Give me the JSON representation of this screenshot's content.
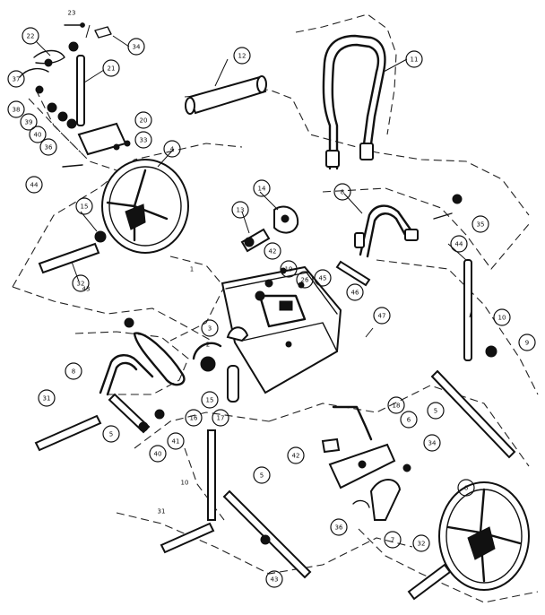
{
  "callouts": [
    {
      "id": "c23",
      "text": "23"
    },
    {
      "id": "c22",
      "text": "22"
    },
    {
      "id": "c34a",
      "text": "34"
    },
    {
      "id": "c37",
      "text": "37"
    },
    {
      "id": "c21",
      "text": "21"
    },
    {
      "id": "c38",
      "text": "38"
    },
    {
      "id": "c39",
      "text": "39"
    },
    {
      "id": "c40a",
      "text": "40"
    },
    {
      "id": "c36a",
      "text": "36"
    },
    {
      "id": "c20",
      "text": "20"
    },
    {
      "id": "c33",
      "text": "33"
    },
    {
      "id": "c12",
      "text": "12"
    },
    {
      "id": "c11",
      "text": "11"
    },
    {
      "id": "c4a",
      "text": "4"
    },
    {
      "id": "c44a",
      "text": "44"
    },
    {
      "id": "c15a",
      "text": "15"
    },
    {
      "id": "c14",
      "text": "14"
    },
    {
      "id": "c13",
      "text": "13"
    },
    {
      "id": "c8a",
      "text": "8"
    },
    {
      "id": "c35",
      "text": "35"
    },
    {
      "id": "c44b",
      "text": "44"
    },
    {
      "id": "c32a",
      "text": "32"
    },
    {
      "id": "c43a",
      "text": "43"
    },
    {
      "id": "c1",
      "text": "1"
    },
    {
      "id": "c42a",
      "text": "42"
    },
    {
      "id": "c19",
      "text": "19"
    },
    {
      "id": "c26",
      "text": "26"
    },
    {
      "id": "c45",
      "text": "45"
    },
    {
      "id": "c46",
      "text": "46"
    },
    {
      "id": "c47",
      "text": "47"
    },
    {
      "id": "c10",
      "text": "10"
    },
    {
      "id": "c2",
      "text": "2"
    },
    {
      "id": "c3",
      "text": "3"
    },
    {
      "id": "c9",
      "text": "9"
    },
    {
      "id": "c8b",
      "text": "8"
    },
    {
      "id": "c31a",
      "text": "31"
    },
    {
      "id": "c5a",
      "text": "5"
    },
    {
      "id": "c40b",
      "text": "40"
    },
    {
      "id": "c41",
      "text": "41"
    },
    {
      "id": "c15b",
      "text": "15"
    },
    {
      "id": "c16",
      "text": "16"
    },
    {
      "id": "c17",
      "text": "17"
    },
    {
      "id": "c18",
      "text": "18"
    },
    {
      "id": "c5b",
      "text": "5"
    },
    {
      "id": "c6a",
      "text": "6"
    },
    {
      "id": "c42b",
      "text": "42"
    },
    {
      "id": "c34b",
      "text": "34"
    },
    {
      "id": "c10b",
      "text": "10"
    },
    {
      "id": "c5c",
      "text": "5"
    },
    {
      "id": "c31b",
      "text": "31"
    },
    {
      "id": "c36b",
      "text": "36"
    },
    {
      "id": "c7",
      "text": "7"
    },
    {
      "id": "c32b",
      "text": "32"
    },
    {
      "id": "c6b",
      "text": "6"
    },
    {
      "id": "c43b",
      "text": "43"
    }
  ]
}
